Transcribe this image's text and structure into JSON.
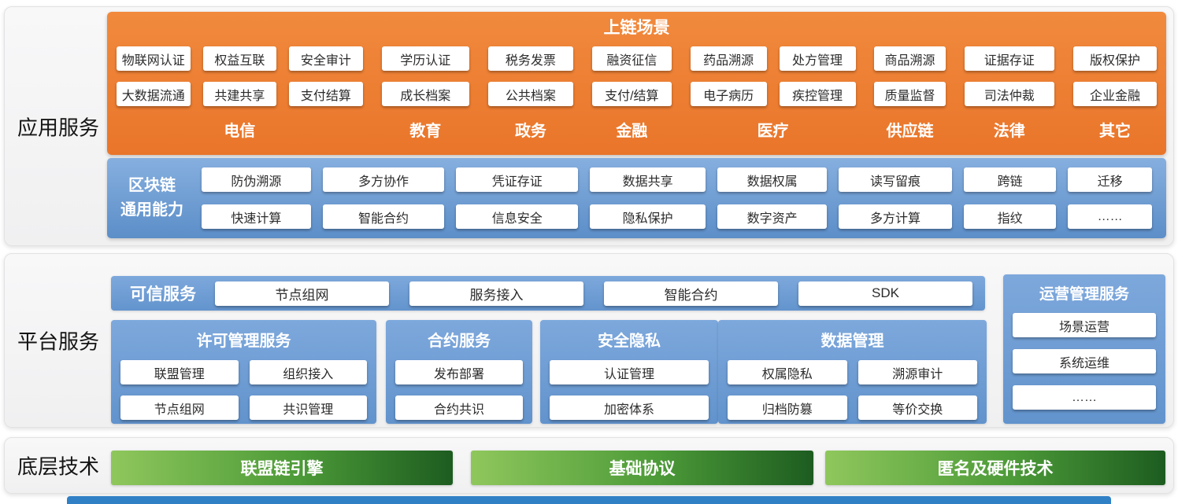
{
  "sections": {
    "app": {
      "label": "应用服务",
      "scenario_title": "上链场景",
      "categories": [
        {
          "name": "电信",
          "row1": [
            "物联网认证",
            "权益互联",
            "安全审计"
          ],
          "row2": [
            "大数据流通",
            "共建共享",
            "支付结算"
          ]
        },
        {
          "name": "教育",
          "row1": [
            "学历认证"
          ],
          "row2": [
            "成长档案"
          ]
        },
        {
          "name": "政务",
          "row1": [
            "税务发票"
          ],
          "row2": [
            "公共档案"
          ]
        },
        {
          "name": "金融",
          "row1": [
            "融资征信"
          ],
          "row2": [
            "支付/结算"
          ]
        },
        {
          "name": "医疗",
          "row1": [
            "药品溯源",
            "处方管理"
          ],
          "row2": [
            "电子病历",
            "疾控管理"
          ]
        },
        {
          "name": "供应链",
          "row1": [
            "商品溯源"
          ],
          "row2": [
            "质量监督"
          ]
        },
        {
          "name": "法律",
          "row1": [
            "证据存证"
          ],
          "row2": [
            "司法仲裁"
          ]
        },
        {
          "name": "其它",
          "row1": [
            "版权保护"
          ],
          "row2": [
            "企业金融"
          ]
        }
      ],
      "capabilities": {
        "label_line1": "区块链",
        "label_line2": "通用能力",
        "row1": [
          "防伪溯源",
          "多方协作",
          "凭证存证",
          "数据共享",
          "数据权属",
          "读写留痕",
          "跨链",
          "迁移"
        ],
        "row2": [
          "快速计算",
          "智能合约",
          "信息安全",
          "隐私保护",
          "数字资产",
          "多方计算",
          "指纹",
          "……"
        ]
      }
    },
    "platform": {
      "label": "平台服务",
      "trusted": {
        "title": "可信服务",
        "items": [
          "节点组网",
          "服务接入",
          "智能合约",
          "SDK"
        ]
      },
      "groups": [
        {
          "title": "许可管理服务",
          "items": [
            "联盟管理",
            "组织接入",
            "节点组网",
            "共识管理"
          ]
        },
        {
          "title": "合约服务",
          "items": [
            "发布部署",
            "合约共识"
          ]
        },
        {
          "title": "安全隐私",
          "items": [
            "认证管理",
            "加密体系"
          ]
        },
        {
          "title": "数据管理",
          "items": [
            "权属隐私",
            "溯源审计",
            "归档防篡",
            "等价交换"
          ]
        }
      ],
      "ops": {
        "title": "运营管理服务",
        "items": [
          "场景运营",
          "系统运维",
          "……"
        ]
      }
    },
    "tech": {
      "label": "底层技术",
      "items": [
        "联盟链引擎",
        "基础协议",
        "匿名及硬件技术"
      ]
    }
  },
  "colors": {
    "orange": "#EC7A2C",
    "panel_blue": "#6D9DD6",
    "green_light": "#8FC75C",
    "green_dark": "#1D5C20",
    "bottom_bar": "#3080C6"
  }
}
